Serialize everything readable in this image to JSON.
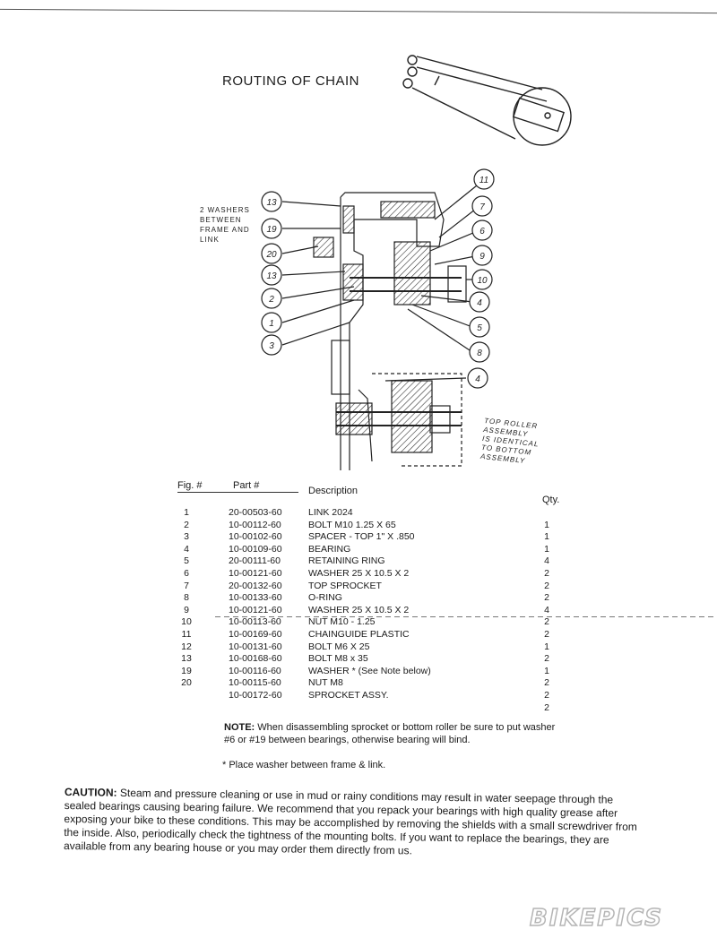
{
  "title": "ROUTING OF CHAIN",
  "assembly": {
    "left_note": [
      "2 WASHERS",
      "BETWEEN",
      "FRAME AND",
      "LINK"
    ],
    "right_note": [
      "TOP ROLLER",
      "ASSEMBLY",
      "IS IDENTICAL",
      "TO BOTTOM",
      "ASSEMBLY"
    ],
    "callouts_left": [
      "13",
      "19",
      "20",
      "13",
      "2",
      "1",
      "3"
    ],
    "callouts_right": [
      "11",
      "7",
      "6",
      "9",
      "10",
      "4",
      "5",
      "8",
      "4"
    ]
  },
  "parts_table": {
    "headers": {
      "fig": "Fig. #",
      "part": "Part #",
      "desc": "Description",
      "qty": "Qty."
    },
    "rows": [
      {
        "fig": "1",
        "part": "20-00503-60",
        "desc": "LINK 2024",
        "qty": ""
      },
      {
        "fig": "2",
        "part": "10-00112-60",
        "desc": "BOLT M10 1.25 X 65",
        "qty": "1"
      },
      {
        "fig": "3",
        "part": "10-00102-60",
        "desc": "SPACER - TOP 1\" X .850",
        "qty": "1"
      },
      {
        "fig": "4",
        "part": "10-00109-60",
        "desc": "BEARING",
        "qty": "1"
      },
      {
        "fig": "5",
        "part": "20-00111-60",
        "desc": "RETAINING RING",
        "qty": "4"
      },
      {
        "fig": "6",
        "part": "10-00121-60",
        "desc": "WASHER 25 X 10.5 X 2",
        "qty": "2"
      },
      {
        "fig": "7",
        "part": "20-00132-60",
        "desc": "TOP SPROCKET",
        "qty": "2"
      },
      {
        "fig": "8",
        "part": "10-00133-60",
        "desc": "O-RING",
        "qty": "2"
      },
      {
        "fig": "9",
        "part": "10-00121-60",
        "desc": "WASHER 25 X 10.5 X 2",
        "qty": "4"
      },
      {
        "fig": "10",
        "part": "10-00113-60",
        "desc": "NUT M10 - 1.25",
        "qty": "2"
      },
      {
        "fig": "11",
        "part": "10-00169-60",
        "desc": "CHAINGUIDE PLASTIC",
        "qty": "2"
      },
      {
        "fig": "12",
        "part": "10-00131-60",
        "desc": "BOLT M6 X 25",
        "qty": "1"
      },
      {
        "fig": "13",
        "part": "10-00168-60",
        "desc": "BOLT M8 x 35",
        "qty": "2"
      },
      {
        "fig": "19",
        "part": "10-00116-60",
        "desc": "WASHER * (See Note below)",
        "qty": "1"
      },
      {
        "fig": "20",
        "part": "10-00115-60",
        "desc": "NUT M8",
        "qty": "2"
      },
      {
        "fig": "",
        "part": "10-00172-60",
        "desc": "SPROCKET ASSY.",
        "qty": "2"
      },
      {
        "fig": "",
        "part": "",
        "desc": "",
        "qty": "2"
      }
    ]
  },
  "note": {
    "label": "NOTE:",
    "text": "When disassembling sprocket or bottom roller be sure to put washer #6 or #19 between bearings, otherwise bearing will bind."
  },
  "footnote": "* Place washer between frame & link.",
  "caution": {
    "label": "CAUTION:",
    "text": "Steam and pressure cleaning or use in mud or rainy conditions may result in water seepage through the sealed bearings causing bearing failure. We recommend that you repack your bearings with high quality grease after exposing your bike to these conditions. This may be accomplished by removing the shields with a small screwdriver from the inside. Also, periodically check the tightness of the mounting bolts. If you want to replace the bearings, they are available from any bearing house or you may order them directly from us."
  },
  "watermark": "BIKEPICS"
}
